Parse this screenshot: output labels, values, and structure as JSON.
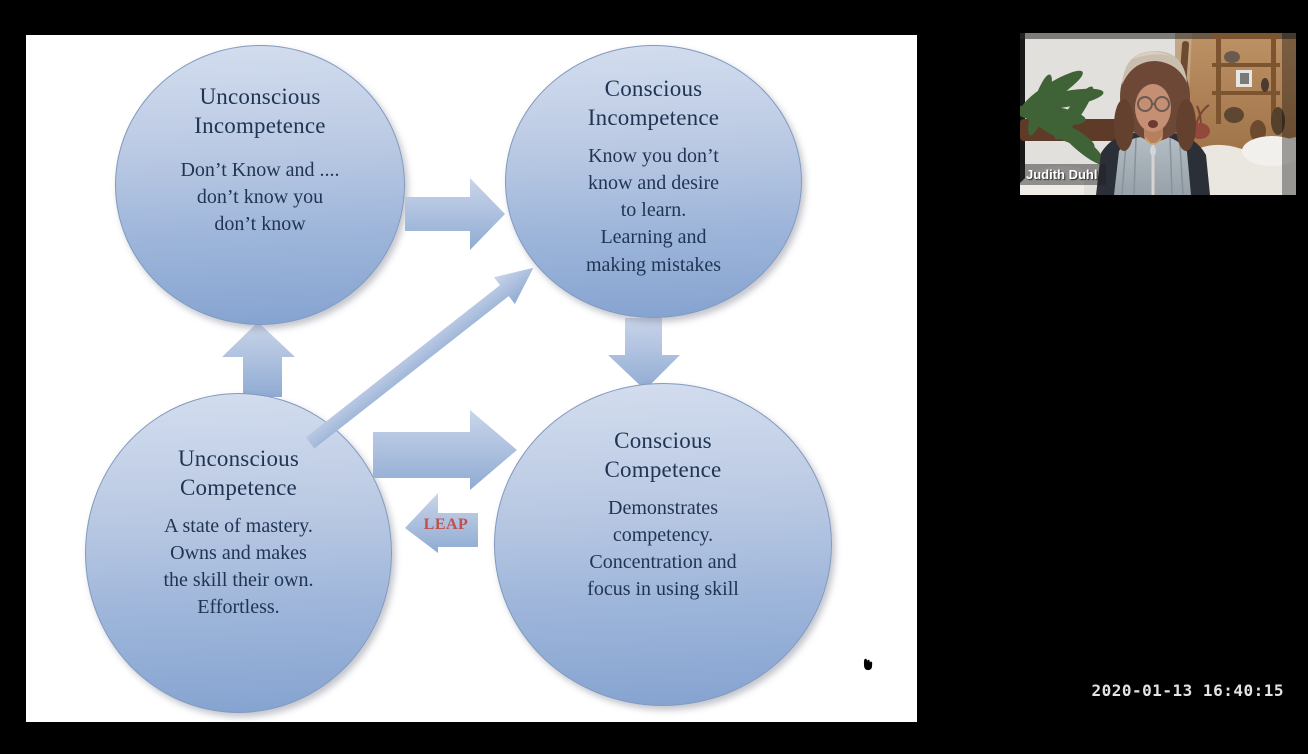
{
  "overlay": {
    "timestamp": "2020-01-13 16:40:15"
  },
  "participant_video": {
    "name": "Judith Duhl"
  },
  "slide": {
    "stages": [
      {
        "id": "unconscious-incompetence",
        "title": "Unconscious\nIncompetence",
        "body": "Don’t Know and ....\ndon’t know you\ndon’t know"
      },
      {
        "id": "conscious-incompetence",
        "title": "Conscious\nIncompetence",
        "body": "Know you don’t\nknow and desire\nto learn.\nLearning and\nmaking mistakes"
      },
      {
        "id": "unconscious-competence",
        "title": "Unconscious\nCompetence",
        "body": "A state of mastery.\nOwns and makes\nthe skill their own.\nEffortless."
      },
      {
        "id": "conscious-competence",
        "title": "Conscious\nCompetence",
        "body": "Demonstrates\ncompetency.\nConcentration and\nfocus in using skill"
      }
    ],
    "leap_label": "LEAP",
    "colors": {
      "circle_top": "#d3ddee",
      "circle_bottom": "#85a3d0",
      "text": "#203554",
      "leap": "#c0504d"
    }
  }
}
